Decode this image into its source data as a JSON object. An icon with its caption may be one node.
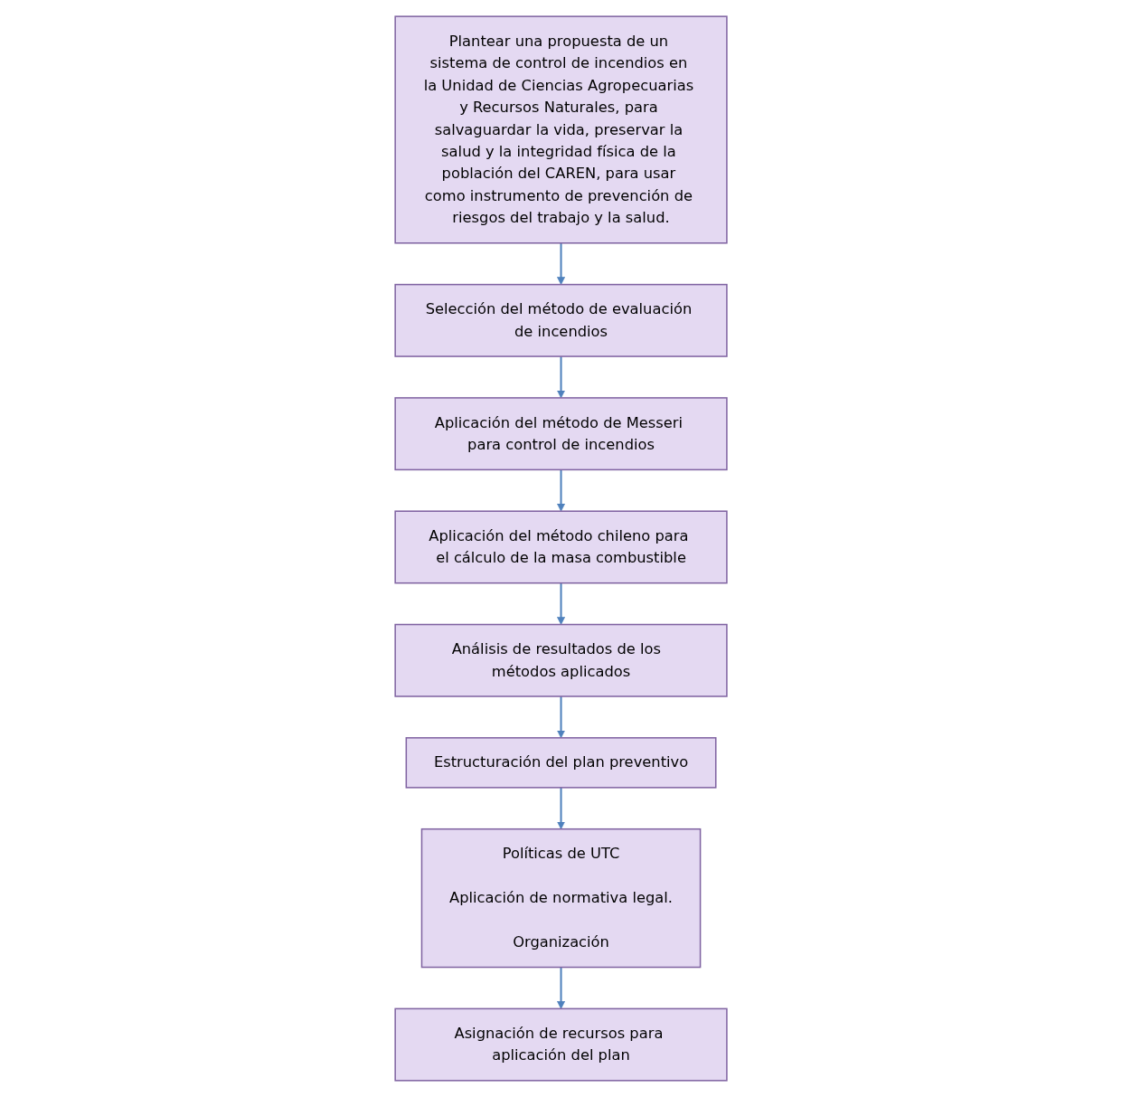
{
  "diagram": {
    "nodes": [
      {
        "text": [
          "Plantear una propuesta de un sistema de control de incendios en la Unidad de Ciencias Agropecuarias y Recursos Naturales, para salvaguardar la vida, preservar la salud y la integridad física de la población del CAREN, para usar como instrumento de prevención de riesgos del trabajo y la salud."
        ]
      },
      {
        "text": [
          "Selección del método de evaluación de incendios"
        ]
      },
      {
        "text": [
          "Aplicación del método de Messeri para control de incendios"
        ]
      },
      {
        "text": [
          "Aplicación del método chileno para el cálculo de la masa combustible"
        ]
      },
      {
        "text": [
          "Análisis de resultados de los  métodos aplicados"
        ]
      },
      {
        "text": [
          "Estructuración del plan preventivo"
        ]
      },
      {
        "text": [
          "Políticas de UTC",
          "Aplicación de normativa legal.",
          "Organización"
        ]
      },
      {
        "text": [
          "Asignación de recursos para aplicación del plan"
        ]
      }
    ],
    "edges": [
      {
        "from": 0,
        "to": 1,
        "arrow": "to"
      },
      {
        "from": 1,
        "to": 2,
        "arrow": "to"
      },
      {
        "from": 2,
        "to": 3,
        "arrow": "to"
      },
      {
        "from": 3,
        "to": 4,
        "arrow": "to"
      },
      {
        "from": 4,
        "to": 5,
        "arrow": "to"
      },
      {
        "from": 5,
        "to": 6,
        "arrow": "to"
      },
      {
        "from": 6,
        "to": 7,
        "arrow": "to"
      }
    ]
  }
}
